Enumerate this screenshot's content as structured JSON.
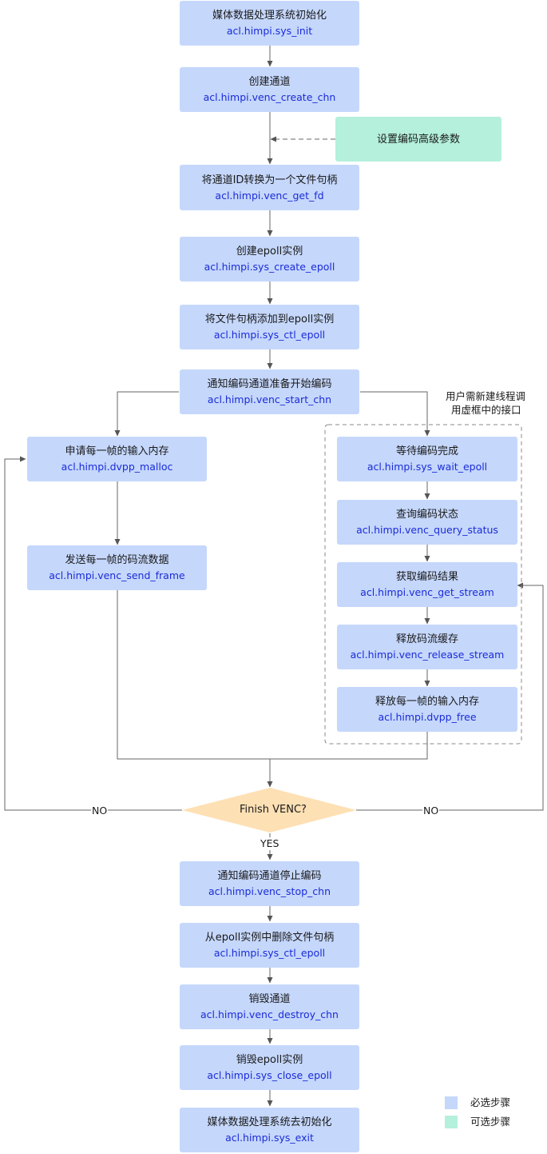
{
  "steps": {
    "sys_init": {
      "title": "媒体数据处理系统初始化",
      "api": "acl.himpi.sys_init"
    },
    "create_chn": {
      "title": "创建通道",
      "api": "acl.himpi.venc_create_chn"
    },
    "set_params": {
      "title": "设置编码高级参数"
    },
    "get_fd": {
      "title": "将通道ID转换为一个文件句柄",
      "api": "acl.himpi.venc_get_fd"
    },
    "create_epoll": {
      "title": "创建epoll实例",
      "api": "acl.himpi.sys_create_epoll"
    },
    "ctl_epoll_add": {
      "title": "将文件句柄添加到epoll实例",
      "api": "acl.himpi.sys_ctl_epoll"
    },
    "start_chn": {
      "title": "通知编码通道准备开始编码",
      "api": "acl.himpi.venc_start_chn"
    },
    "dvpp_malloc": {
      "title": "申请每一帧的输入内存",
      "api": "acl.himpi.dvpp_malloc"
    },
    "send_frame": {
      "title": "发送每一帧的码流数据",
      "api": "acl.himpi.venc_send_frame"
    },
    "wait_epoll": {
      "title": "等待编码完成",
      "api": "acl.himpi.sys_wait_epoll"
    },
    "query_status": {
      "title": "查询编码状态",
      "api": "acl.himpi.venc_query_status"
    },
    "get_stream": {
      "title": "获取编码结果",
      "api": "acl.himpi.venc_get_stream"
    },
    "release_stream": {
      "title": "释放码流缓存",
      "api": "acl.himpi.venc_release_stream"
    },
    "dvpp_free": {
      "title": "释放每一帧的输入内存",
      "api": "acl.himpi.dvpp_free"
    },
    "stop_chn": {
      "title": "通知编码通道停止编码",
      "api": "acl.himpi.venc_stop_chn"
    },
    "ctl_epoll_del": {
      "title": "从epoll实例中删除文件句柄",
      "api": "acl.himpi.sys_ctl_epoll"
    },
    "destroy_chn": {
      "title": "销毁通道",
      "api": "acl.himpi.venc_destroy_chn"
    },
    "close_epoll": {
      "title": "销毁epoll实例",
      "api": "acl.himpi.sys_close_epoll"
    },
    "sys_exit": {
      "title": "媒体数据处理系统去初始化",
      "api": "acl.himpi.sys_exit"
    }
  },
  "decision": {
    "text": "Finish VENC?",
    "no_left": "NO",
    "no_right": "NO",
    "yes": "YES"
  },
  "note": {
    "line1": "用户需新建线程调",
    "line2": "用虚框中的接口"
  },
  "legend": {
    "required": {
      "label": "必选步骤",
      "color": "#c5d7fb"
    },
    "optional": {
      "label": "可选步骤",
      "color": "#b4f0dc"
    }
  },
  "colors": {
    "line": "#666666",
    "decision": "#fde0b4",
    "api_text": "#1a2bd8"
  }
}
